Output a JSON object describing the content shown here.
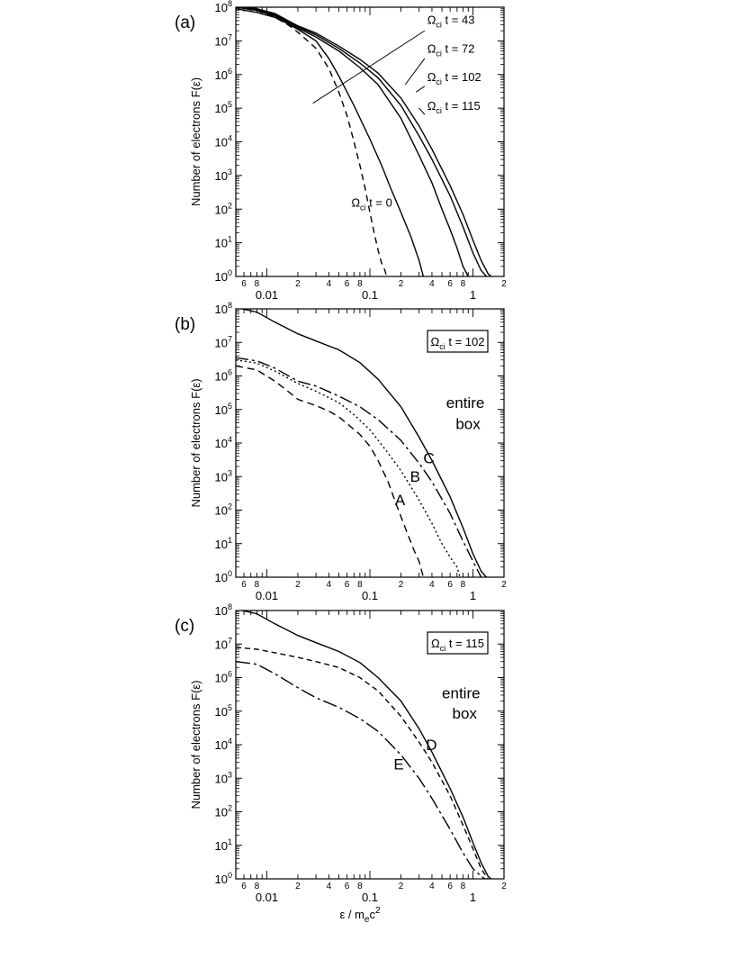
{
  "figure": {
    "xlabel": "ε / m",
    "xlabel_sub": "e",
    "xlabel_tail": "c",
    "xlabel_sup": "2"
  },
  "chart_data": [
    {
      "type": "line",
      "panel_label": "(a)",
      "ylabel": "Number of electrons F(ε)",
      "xscale": "log",
      "yscale": "log",
      "xlim": [
        0.005,
        2.0
      ],
      "ylim": [
        1,
        100000000
      ],
      "x_major_ticks": [
        {
          "v": 0.01,
          "label": "0.01"
        },
        {
          "v": 0.1,
          "label": "0.1"
        },
        {
          "v": 1,
          "label": "1"
        }
      ],
      "x_minor_ticks": [
        {
          "v": 0.006,
          "label": "6"
        },
        {
          "v": 0.008,
          "label": "8"
        },
        {
          "v": 0.02,
          "label": "2"
        },
        {
          "v": 0.04,
          "label": "4"
        },
        {
          "v": 0.06,
          "label": "6"
        },
        {
          "v": 0.08,
          "label": "8"
        },
        {
          "v": 0.2,
          "label": "2"
        },
        {
          "v": 0.4,
          "label": "4"
        },
        {
          "v": 0.6,
          "label": "6"
        },
        {
          "v": 0.8,
          "label": "8"
        },
        {
          "v": 2,
          "label": "2"
        }
      ],
      "y_ticks": [
        {
          "base": "10",
          "exp": "0"
        },
        {
          "base": "10",
          "exp": "1"
        },
        {
          "base": "10",
          "exp": "2"
        },
        {
          "base": "10",
          "exp": "3"
        },
        {
          "base": "10",
          "exp": "4"
        },
        {
          "base": "10",
          "exp": "5"
        },
        {
          "base": "10",
          "exp": "6"
        },
        {
          "base": "10",
          "exp": "7"
        },
        {
          "base": "10",
          "exp": "8"
        }
      ],
      "legend_box": null,
      "labels": [
        {
          "text": "Ω",
          "sub": "ci",
          "tail": " t = 43",
          "x": 0.36,
          "y": 32000000.0,
          "size": "small"
        },
        {
          "text": "Ω",
          "sub": "ci",
          "tail": " t = 72",
          "x": 0.36,
          "y": 4500000.0,
          "size": "small"
        },
        {
          "text": "Ω",
          "sub": "ci",
          "tail": " t = 102",
          "x": 0.36,
          "y": 630000.0,
          "size": "small"
        },
        {
          "text": "Ω",
          "sub": "ci",
          "tail": " t = 115",
          "x": 0.36,
          "y": 90000.0,
          "size": "small"
        },
        {
          "text": "Ω",
          "sub": "ci",
          "tail": " t = 0",
          "x": 0.066,
          "y": 120,
          "size": "small"
        }
      ],
      "leader_lines": [
        [
          [
            0.028,
            140000.0
          ],
          [
            0.34,
            20000000.0
          ]
        ],
        [
          [
            0.22,
            500000.0
          ],
          [
            0.34,
            3000000.0
          ]
        ],
        [
          [
            0.28,
            300000.0
          ],
          [
            0.34,
            450000.0
          ]
        ],
        [
          [
            0.3,
            100000.0
          ],
          [
            0.34,
            65000.0
          ]
        ]
      ],
      "series": [
        {
          "name": "Ω_ci t = 0",
          "dash": "7,5",
          "x": [
            0.005,
            0.008,
            0.012,
            0.016,
            0.02,
            0.03,
            0.04,
            0.05,
            0.06,
            0.07,
            0.08,
            0.09,
            0.1,
            0.11,
            0.12,
            0.13,
            0.14,
            0.145
          ],
          "y": [
            100000000.0,
            80000000.0,
            50000000.0,
            30000000.0,
            18000000.0,
            6000000.0,
            1500000.0,
            300000.0,
            60000.0,
            10000.0,
            2000,
            400,
            80,
            20,
            6,
            2.5,
            1.5,
            1
          ]
        },
        {
          "name": "Ω_ci t = 43",
          "dash": "",
          "x": [
            0.005,
            0.008,
            0.012,
            0.016,
            0.02,
            0.03,
            0.04,
            0.05,
            0.07,
            0.1,
            0.13,
            0.16,
            0.2,
            0.25,
            0.3,
            0.33
          ],
          "y": [
            90000000.0,
            70000000.0,
            50000000.0,
            32000000.0,
            22000000.0,
            10000000.0,
            3000000.0,
            900000.0,
            120000.0,
            12000.0,
            2000,
            400,
            80,
            15,
            3,
            1
          ]
        },
        {
          "name": "Ω_ci t = 72",
          "dash": "",
          "x": [
            0.005,
            0.008,
            0.012,
            0.016,
            0.02,
            0.03,
            0.05,
            0.08,
            0.12,
            0.2,
            0.3,
            0.4,
            0.5,
            0.6,
            0.7,
            0.8,
            0.9
          ],
          "y": [
            100000000.0,
            80000000.0,
            55000000.0,
            35000000.0,
            24000000.0,
            13000000.0,
            5000000.0,
            1600000.0,
            500000.0,
            50000.0,
            4000,
            600,
            100,
            25,
            7,
            2,
            1
          ]
        },
        {
          "name": "Ω_ci t = 102",
          "dash": "",
          "x": [
            0.005,
            0.008,
            0.012,
            0.016,
            0.02,
            0.03,
            0.05,
            0.08,
            0.12,
            0.2,
            0.3,
            0.4,
            0.6,
            0.8,
            1.0,
            1.2,
            1.35
          ],
          "y": [
            110000000.0,
            85000000.0,
            60000000.0,
            38000000.0,
            26000000.0,
            15000000.0,
            6000000.0,
            2200000.0,
            800000.0,
            120000.0,
            15000.0,
            3000,
            250,
            30,
            5,
            1.5,
            1
          ]
        },
        {
          "name": "Ω_ci t = 115",
          "dash": "",
          "x": [
            0.005,
            0.008,
            0.012,
            0.016,
            0.02,
            0.03,
            0.05,
            0.08,
            0.12,
            0.2,
            0.3,
            0.4,
            0.6,
            0.8,
            1.0,
            1.2,
            1.4,
            1.5
          ],
          "y": [
            120000000.0,
            90000000.0,
            65000000.0,
            40000000.0,
            28000000.0,
            17000000.0,
            7000000.0,
            2800000.0,
            1100000.0,
            200000.0,
            30000.0,
            6000,
            500,
            70,
            12,
            3,
            1.2,
            1
          ]
        }
      ]
    },
    {
      "type": "line",
      "panel_label": "(b)",
      "ylabel": "Number of electrons F(ε)",
      "xscale": "log",
      "yscale": "log",
      "xlim": [
        0.005,
        2.0
      ],
      "ylim": [
        1,
        100000000
      ],
      "x_major_ticks": [
        {
          "v": 0.01,
          "label": "0.01"
        },
        {
          "v": 0.1,
          "label": "0.1"
        },
        {
          "v": 1,
          "label": "1"
        }
      ],
      "x_minor_ticks": [
        {
          "v": 0.006,
          "label": "6"
        },
        {
          "v": 0.008,
          "label": "8"
        },
        {
          "v": 0.02,
          "label": "2"
        },
        {
          "v": 0.04,
          "label": "4"
        },
        {
          "v": 0.06,
          "label": "6"
        },
        {
          "v": 0.08,
          "label": "8"
        },
        {
          "v": 0.2,
          "label": "2"
        },
        {
          "v": 0.4,
          "label": "4"
        },
        {
          "v": 0.6,
          "label": "6"
        },
        {
          "v": 0.8,
          "label": "8"
        },
        {
          "v": 2,
          "label": "2"
        }
      ],
      "y_ticks": [
        {
          "base": "10",
          "exp": "0"
        },
        {
          "base": "10",
          "exp": "1"
        },
        {
          "base": "10",
          "exp": "2"
        },
        {
          "base": "10",
          "exp": "3"
        },
        {
          "base": "10",
          "exp": "4"
        },
        {
          "base": "10",
          "exp": "5"
        },
        {
          "base": "10",
          "exp": "6"
        },
        {
          "base": "10",
          "exp": "7"
        },
        {
          "base": "10",
          "exp": "8"
        }
      ],
      "legend_box": {
        "text": "Ω",
        "sub": "ci",
        "tail": " t = 102"
      },
      "labels": [
        {
          "text": "entire",
          "x": 0.55,
          "y": 110000.0,
          "size": "big"
        },
        {
          "text": "box",
          "x": 0.68,
          "y": 26000.0,
          "size": "big"
        },
        {
          "text": "A",
          "x": 0.175,
          "y": 140,
          "size": "big"
        },
        {
          "text": "B",
          "x": 0.245,
          "y": 700,
          "size": "big"
        },
        {
          "text": "C",
          "x": 0.33,
          "y": 2500,
          "size": "big"
        }
      ],
      "leader_lines": [],
      "series": [
        {
          "name": "entire box",
          "dash": "",
          "x": [
            0.005,
            0.008,
            0.012,
            0.02,
            0.03,
            0.05,
            0.08,
            0.12,
            0.2,
            0.3,
            0.4,
            0.6,
            0.8,
            1.0,
            1.2,
            1.35
          ],
          "y": [
            110000000.0,
            80000000.0,
            40000000.0,
            18000000.0,
            11000000.0,
            6000000.0,
            2500000.0,
            800000.0,
            120000.0,
            15000.0,
            3000,
            250,
            30,
            5,
            1.5,
            1
          ]
        },
        {
          "name": "A",
          "dash": "8,5",
          "x": [
            0.005,
            0.008,
            0.012,
            0.016,
            0.02,
            0.03,
            0.04,
            0.05,
            0.06,
            0.08,
            0.1,
            0.12,
            0.15,
            0.18,
            0.22,
            0.27,
            0.3,
            0.33
          ],
          "y": [
            2000000.0,
            1500000.0,
            700000.0,
            350000.0,
            200000.0,
            130000.0,
            90000.0,
            60000.0,
            38000.0,
            18000.0,
            8000,
            3000,
            700,
            150,
            30,
            6,
            3,
            1
          ]
        },
        {
          "name": "B",
          "dash": "2,3",
          "x": [
            0.005,
            0.008,
            0.012,
            0.02,
            0.03,
            0.05,
            0.07,
            0.1,
            0.15,
            0.2,
            0.3,
            0.4,
            0.5,
            0.6,
            0.7,
            0.75
          ],
          "y": [
            3000000.0,
            2400000.0,
            1400000.0,
            600000.0,
            350000.0,
            160000.0,
            70000.0,
            25000.0,
            5000.0,
            1500.0,
            200,
            40,
            10,
            4,
            2,
            1
          ]
        },
        {
          "name": "C",
          "dash": "14,4,3,4",
          "x": [
            0.005,
            0.008,
            0.012,
            0.02,
            0.03,
            0.05,
            0.08,
            0.12,
            0.2,
            0.3,
            0.4,
            0.6,
            0.8,
            1.0,
            1.2
          ],
          "y": [
            3500000.0,
            2800000.0,
            1700000.0,
            700000.0,
            500000.0,
            250000.0,
            120000.0,
            50000.0,
            12000.0,
            2500,
            700,
            80,
            12,
            3,
            1
          ]
        }
      ]
    },
    {
      "type": "line",
      "panel_label": "(c)",
      "ylabel": "Number of electrons F(ε)",
      "xscale": "log",
      "yscale": "log",
      "xlim": [
        0.005,
        2.0
      ],
      "ylim": [
        1,
        100000000
      ],
      "x_major_ticks": [
        {
          "v": 0.01,
          "label": "0.01"
        },
        {
          "v": 0.1,
          "label": "0.1"
        },
        {
          "v": 1,
          "label": "1"
        }
      ],
      "x_minor_ticks": [
        {
          "v": 0.006,
          "label": "6"
        },
        {
          "v": 0.008,
          "label": "8"
        },
        {
          "v": 0.02,
          "label": "2"
        },
        {
          "v": 0.04,
          "label": "4"
        },
        {
          "v": 0.06,
          "label": "6"
        },
        {
          "v": 0.08,
          "label": "8"
        },
        {
          "v": 0.2,
          "label": "2"
        },
        {
          "v": 0.4,
          "label": "4"
        },
        {
          "v": 0.6,
          "label": "6"
        },
        {
          "v": 0.8,
          "label": "8"
        },
        {
          "v": 2,
          "label": "2"
        }
      ],
      "y_ticks": [
        {
          "base": "10",
          "exp": "0"
        },
        {
          "base": "10",
          "exp": "1"
        },
        {
          "base": "10",
          "exp": "2"
        },
        {
          "base": "10",
          "exp": "3"
        },
        {
          "base": "10",
          "exp": "4"
        },
        {
          "base": "10",
          "exp": "5"
        },
        {
          "base": "10",
          "exp": "6"
        },
        {
          "base": "10",
          "exp": "7"
        },
        {
          "base": "10",
          "exp": "8"
        }
      ],
      "legend_box": {
        "text": "Ω",
        "sub": "ci",
        "tail": " t = 115"
      },
      "labels": [
        {
          "text": "entire",
          "x": 0.5,
          "y": 240000.0,
          "size": "big"
        },
        {
          "text": "box",
          "x": 0.63,
          "y": 60000.0,
          "size": "big"
        },
        {
          "text": "D",
          "x": 0.35,
          "y": 7000,
          "size": "big"
        },
        {
          "text": "E",
          "x": 0.17,
          "y": 1800,
          "size": "big"
        }
      ],
      "leader_lines": [],
      "series": [
        {
          "name": "entire box",
          "dash": "",
          "x": [
            0.005,
            0.008,
            0.012,
            0.02,
            0.03,
            0.05,
            0.08,
            0.12,
            0.2,
            0.3,
            0.4,
            0.6,
            0.8,
            1.0,
            1.2,
            1.4,
            1.5
          ],
          "y": [
            110000000.0,
            80000000.0,
            40000000.0,
            18000000.0,
            11000000.0,
            6000000.0,
            2800000.0,
            1000000.0,
            200000.0,
            30000.0,
            6000,
            500,
            70,
            12,
            3,
            1.2,
            1
          ]
        },
        {
          "name": "D",
          "dash": "6,4",
          "x": [
            0.005,
            0.008,
            0.012,
            0.02,
            0.03,
            0.05,
            0.08,
            0.12,
            0.2,
            0.3,
            0.4,
            0.6,
            0.8,
            1.0,
            1.2,
            1.4
          ],
          "y": [
            8000000.0,
            7000000.0,
            5500000.0,
            4000000.0,
            3000000.0,
            2000000.0,
            1000000.0,
            400000.0,
            70000.0,
            12000.0,
            3000,
            300,
            40,
            8,
            2,
            1
          ]
        },
        {
          "name": "E",
          "dash": "16,4,3,4",
          "x": [
            0.005,
            0.008,
            0.012,
            0.02,
            0.03,
            0.05,
            0.08,
            0.12,
            0.2,
            0.3,
            0.4,
            0.6,
            0.8,
            1.0,
            1.2,
            1.3
          ],
          "y": [
            3000000.0,
            2500000.0,
            1300000.0,
            500000.0,
            250000.0,
            130000.0,
            60000.0,
            25000.0,
            5000.0,
            1000.0,
            250,
            30,
            6,
            2,
            1.2,
            1
          ]
        }
      ]
    }
  ]
}
